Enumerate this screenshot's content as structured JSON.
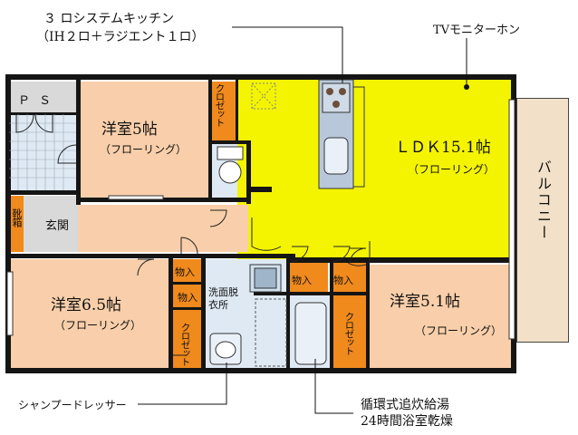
{
  "callouts": {
    "kitchen_line1": "３ ロシステムキッチン",
    "kitchen_line2": "（IH２ロ＋ラジエント１ロ）",
    "tv": "TVモニターホン",
    "dresser": "シャンプードレッサー",
    "bath_line1": "循環式追炊給湯",
    "bath_line2": "24時間浴室乾燥"
  },
  "rooms": {
    "ps": "ＰＳ",
    "western5_name": "洋室5帖",
    "western5_floor": "（フローリング）",
    "ldk_name": "ＬＤＫ15.1帖",
    "ldk_floor": "（フローリング）",
    "balcony": "バルコニー",
    "entrance": "玄関",
    "shoebox": "靴箱",
    "western65_name": "洋室6.5帖",
    "western65_floor": "（フローリング）",
    "western51_name": "洋室5.1帖",
    "western51_floor": "（フローリング）",
    "washroom": "洗面脱衣所",
    "closet": "クロゼット",
    "storage": "物入"
  }
}
